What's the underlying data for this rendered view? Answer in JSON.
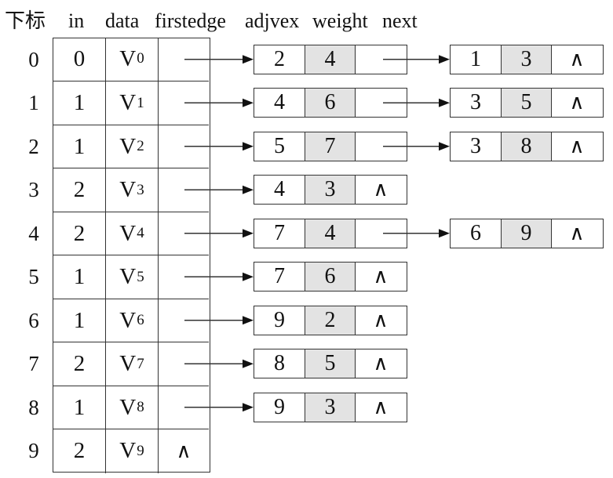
{
  "header": {
    "index": "下标",
    "in": "in",
    "data": "data",
    "firstedge": "firstedge",
    "adjvex": "adjvex",
    "weight": "weight",
    "next": "next"
  },
  "null_symbol": "∧",
  "vertices": [
    {
      "index": "0",
      "in": "0",
      "name": "V",
      "sub": "0",
      "first": ""
    },
    {
      "index": "1",
      "in": "1",
      "name": "V",
      "sub": "1",
      "first": ""
    },
    {
      "index": "2",
      "in": "1",
      "name": "V",
      "sub": "2",
      "first": ""
    },
    {
      "index": "3",
      "in": "2",
      "name": "V",
      "sub": "3",
      "first": ""
    },
    {
      "index": "4",
      "in": "2",
      "name": "V",
      "sub": "4",
      "first": ""
    },
    {
      "index": "5",
      "in": "1",
      "name": "V",
      "sub": "5",
      "first": ""
    },
    {
      "index": "6",
      "in": "1",
      "name": "V",
      "sub": "6",
      "first": ""
    },
    {
      "index": "7",
      "in": "2",
      "name": "V",
      "sub": "7",
      "first": ""
    },
    {
      "index": "8",
      "in": "1",
      "name": "V",
      "sub": "8",
      "first": ""
    },
    {
      "index": "9",
      "in": "2",
      "name": "V",
      "sub": "9",
      "first": "∧"
    }
  ],
  "edges": [
    [
      {
        "adjvex": "2",
        "weight": "4",
        "next": ""
      },
      {
        "adjvex": "1",
        "weight": "3",
        "next": "∧"
      }
    ],
    [
      {
        "adjvex": "4",
        "weight": "6",
        "next": ""
      },
      {
        "adjvex": "3",
        "weight": "5",
        "next": "∧"
      }
    ],
    [
      {
        "adjvex": "5",
        "weight": "7",
        "next": ""
      },
      {
        "adjvex": "3",
        "weight": "8",
        "next": "∧"
      }
    ],
    [
      {
        "adjvex": "4",
        "weight": "3",
        "next": "∧"
      }
    ],
    [
      {
        "adjvex": "7",
        "weight": "4",
        "next": ""
      },
      {
        "adjvex": "6",
        "weight": "9",
        "next": "∧"
      }
    ],
    [
      {
        "adjvex": "7",
        "weight": "6",
        "next": "∧"
      }
    ],
    [
      {
        "adjvex": "9",
        "weight": "2",
        "next": "∧"
      }
    ],
    [
      {
        "adjvex": "8",
        "weight": "5",
        "next": "∧"
      }
    ],
    [
      {
        "adjvex": "9",
        "weight": "3",
        "next": "∧"
      }
    ],
    []
  ],
  "colors": {
    "line": "#333333",
    "weight_fill": "#e3e3e3",
    "background": "#ffffff"
  }
}
